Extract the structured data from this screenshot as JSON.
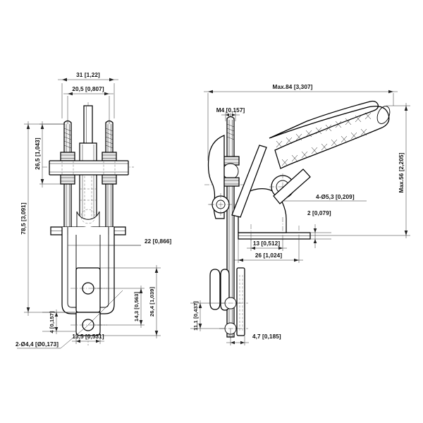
{
  "document": {
    "type": "technical-drawing",
    "title": "Toggle clamp dimensional drawing",
    "views": [
      {
        "name": "front-view",
        "position": "left"
      },
      {
        "name": "side-view",
        "position": "right"
      }
    ],
    "background_color": "#ffffff",
    "line_color": "#000000"
  },
  "front_view": {
    "dimensions": {
      "overall_width": "31 [1,22]",
      "spindle_spacing": "20,5 [0,807]",
      "spindle_height": "26,5 [1,043]",
      "overall_height": "78,5 [3,091]",
      "base_width": "22 [0,866]",
      "hole_spacing_vertical": "14,3 [0,563]",
      "base_plate_height": "26,4 [1,039]",
      "plate_thickness": "4 [0,157]",
      "hole_spacing_horizontal": "13,5 [0,531]",
      "mounting_holes": "2-Ø4,4 [Ø0,173]"
    }
  },
  "side_view": {
    "dimensions": {
      "max_length": "Max.84 [3,307]",
      "thread_size": "M4 [0,157]",
      "max_height": "Max.56 [2,205]",
      "mounting_holes": "4-Ø5,3 [0,209]",
      "base_thickness": "2 [0,079]",
      "hole_spacing": "13 [0,512]",
      "base_length": "26 [1,024]",
      "jaw_opening": "11,1 [0,437]",
      "jaw_offset": "4,7 [0,185]"
    }
  }
}
